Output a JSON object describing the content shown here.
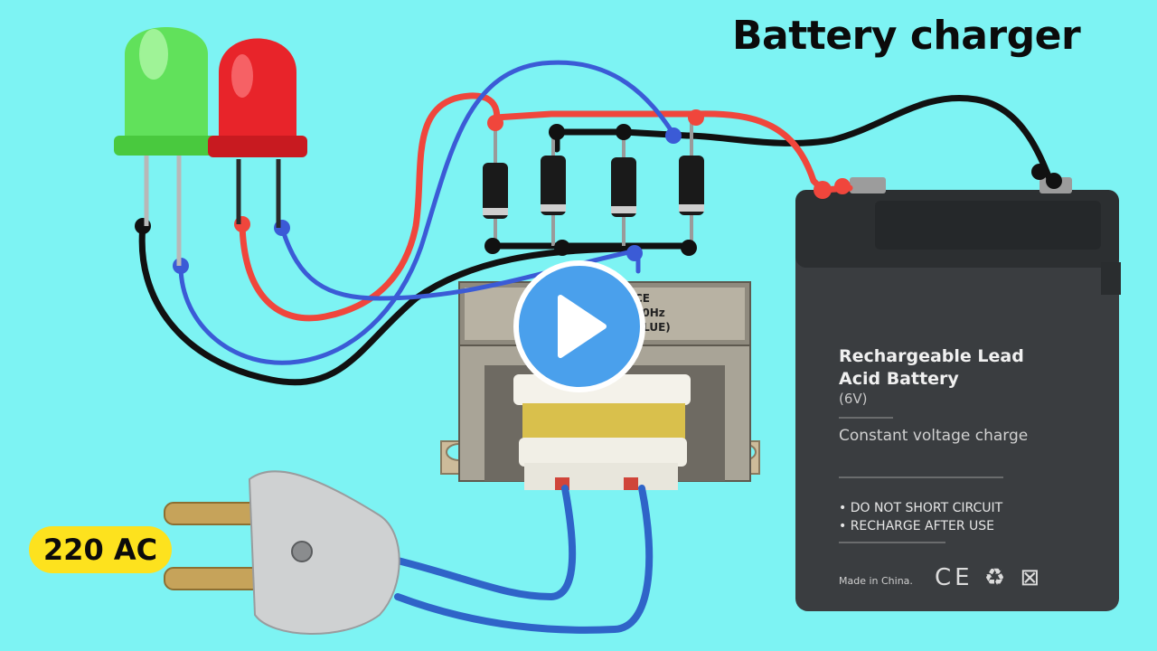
{
  "title": "Battery charger",
  "mains_badge": "220 AC",
  "transformer": {
    "label_lines": [
      "CE",
      "50Hz",
      "BLUE)"
    ]
  },
  "battery": {
    "title_line1": "Rechargeable Lead",
    "title_line2": "Acid Battery",
    "voltage": "(6V)",
    "charge_type": "Constant voltage charge",
    "warning1": "• DO NOT SHORT CIRCUIT",
    "warning2": "• RECHARGE AFTER USE",
    "made_in": "Made in China.",
    "marks": "CE ♻ ⊠"
  },
  "colors": {
    "background": "#7df3f3",
    "wire_red": "#f0463c",
    "wire_blue": "#3b5bd6",
    "wire_black": "#111111",
    "led_green": "#5ee04e",
    "led_red": "#e8242a",
    "badge": "#fde21e",
    "play_button": "#4aa0ec",
    "battery_body": "#3a3d40"
  },
  "icons": {
    "play": "play-icon"
  }
}
